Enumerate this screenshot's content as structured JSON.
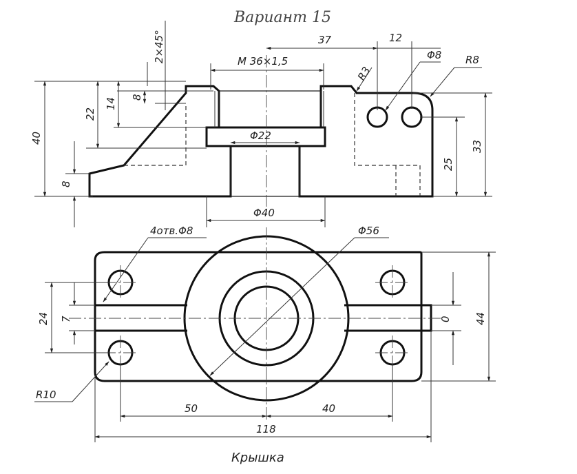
{
  "title": "Вариант 15",
  "caption": "Крышка",
  "dims": {
    "d37": "37",
    "d12": "12",
    "chamfer": "2×45°",
    "thread": "M 36×1,5",
    "phi8": "Φ8",
    "r8": "R8",
    "r3": "R3",
    "d40h": "40",
    "d22": "22",
    "d14": "14",
    "d8top": "8",
    "d8bottom": "8",
    "phi22": "Φ22",
    "d25": "25",
    "d33": "33",
    "phi40": "Φ40",
    "holes": "4отв.Φ8",
    "phi56": "Φ56",
    "d24": "24",
    "d7": "7",
    "d44": "44",
    "d0": "0",
    "r10": "R10",
    "d50": "50",
    "d40w": "40",
    "d118": "118"
  }
}
